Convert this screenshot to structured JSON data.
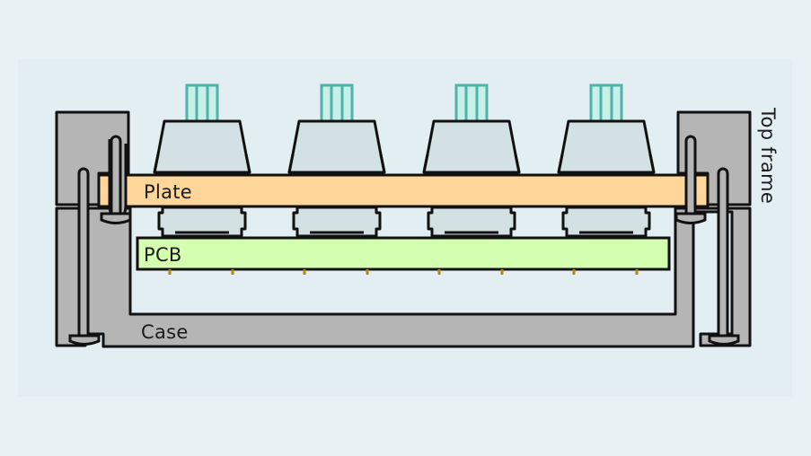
{
  "diagram": {
    "title": "Keyboard mounting cross-section",
    "labels": {
      "plate": "Plate",
      "pcb": "PCB",
      "case": "Case",
      "top_frame": "Top frame"
    },
    "switch_count": 4,
    "colors": {
      "background": "#e8f1f4",
      "panel": "#e3eef2",
      "frame_gray": "#b5b5b5",
      "plate_orange": "#ffd699",
      "pcb_green": "#d5ffb0",
      "switch_body": "#d3e0e4",
      "stem_teal": "#4fb3a8",
      "stem_fill": "#c9efe9",
      "solder_pin": "#b8860b",
      "outline": "#111111"
    }
  }
}
